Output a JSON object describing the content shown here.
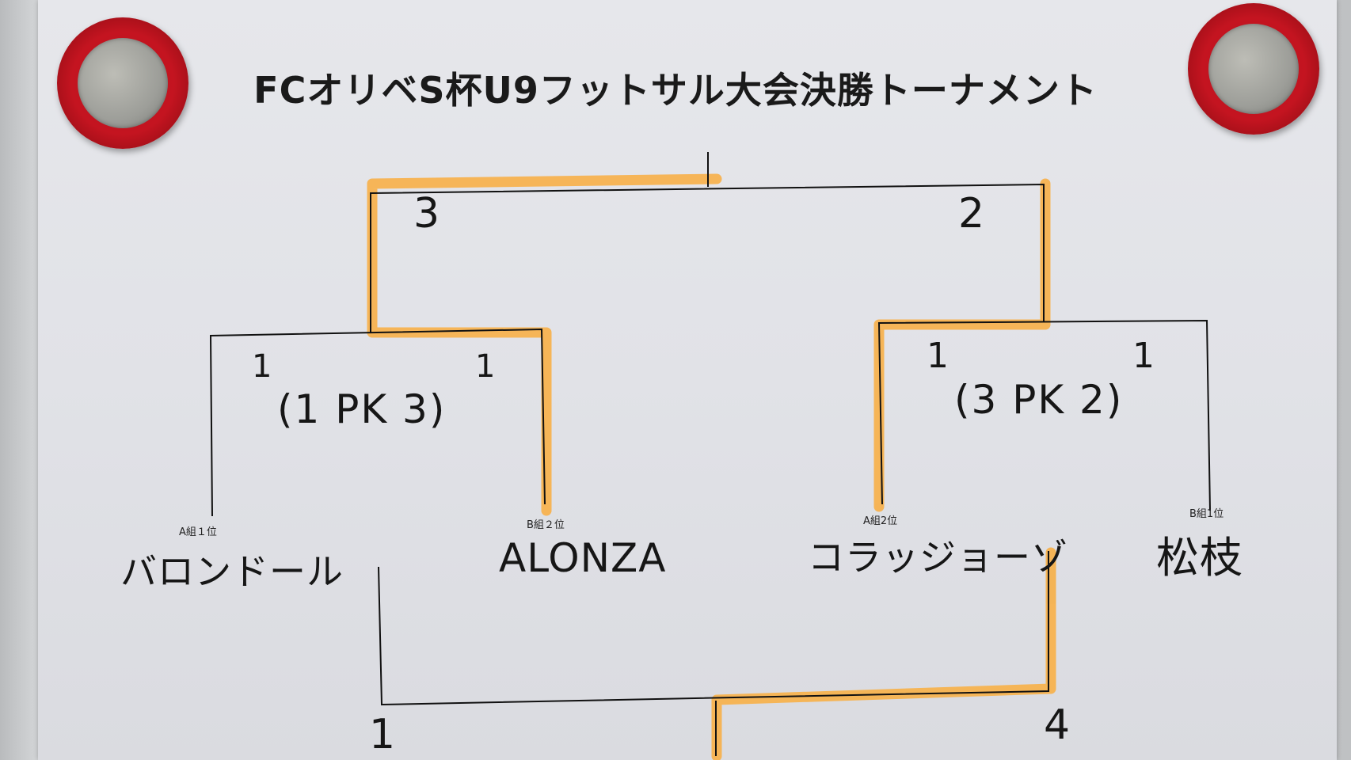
{
  "title": "FCオリベS杯U9フットサル大会決勝トーナメント",
  "colors": {
    "paper": "#e3e4e8",
    "line": "#111111",
    "highlight": "#f7b14b",
    "magnet": "#c41420"
  },
  "final": {
    "left_score": "3",
    "right_score": "2"
  },
  "third_place": {
    "left_score": "1",
    "right_score": "4"
  },
  "semifinal_left": {
    "left_score": "1",
    "right_score": "1",
    "pk": "(1 PK 3)"
  },
  "semifinal_right": {
    "left_score": "1",
    "right_score": "1",
    "pk": "(3 PK 2)"
  },
  "teams": [
    {
      "seed": "A組１位",
      "name": "バロンドール"
    },
    {
      "seed": "B組２位",
      "name": "ALONZA"
    },
    {
      "seed": "A組2位",
      "name": "コラッジョーゾ"
    },
    {
      "seed": "B組1位",
      "name": "松枝"
    }
  ],
  "icons": [
    "magnet-icon",
    "magnet-icon"
  ]
}
